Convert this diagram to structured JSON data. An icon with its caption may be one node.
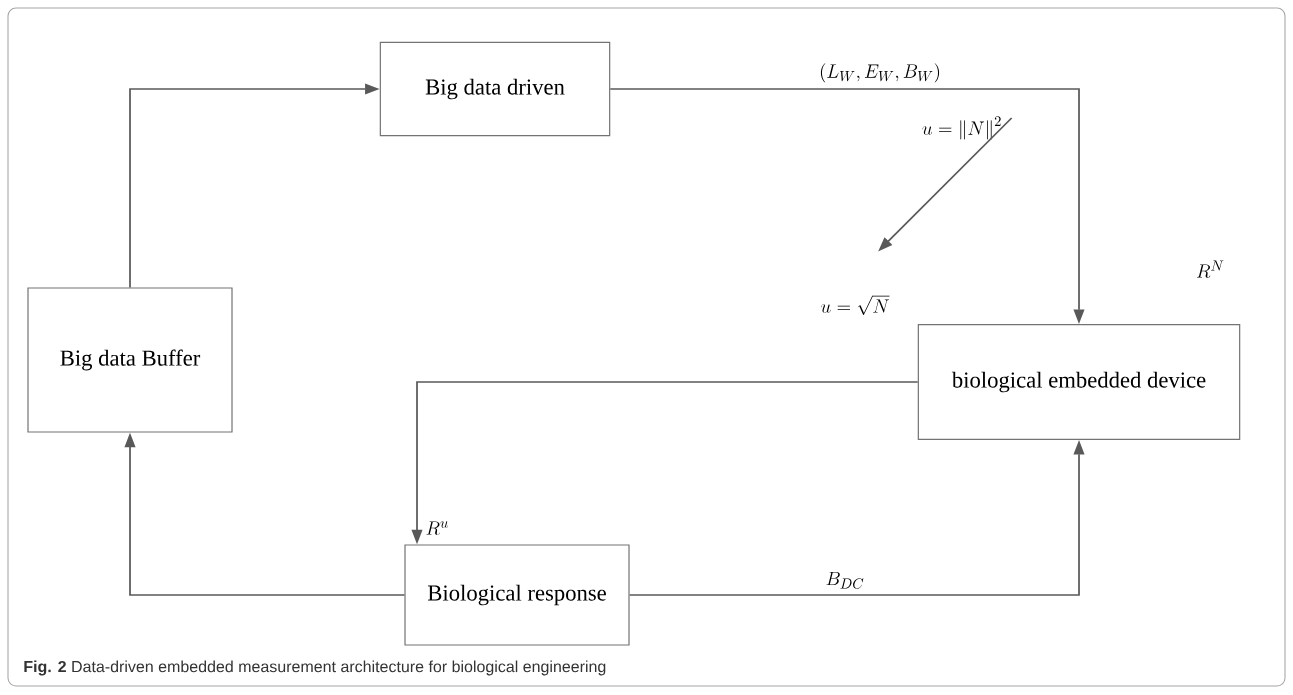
{
  "diagram": {
    "caption": "**Fig. 2** Data-driven embedded measurement architecture for biological engineering",
    "nodes": [
      {
        "text": [
          "Big data driven"
        ]
      },
      {
        "text": [
          "biological embedded device"
        ],
        "beside": [
          "R^{N}"
        ]
      },
      {
        "text": [
          "Biological response"
        ]
      },
      {
        "text": [
          "Big data Buffer"
        ]
      },
      {
        "text": [
          "u=\\left\\| N \\right\\|^{2}"
        ]
      },
      {
        "text": [
          "u=\\sqrt{N}"
        ]
      }
    ],
    "edges": [
      {
        "from": 3,
        "to": 0,
        "arrow": "to"
      },
      {
        "from": 0,
        "to": 1,
        "arrow": "to",
        "label": "\\left( L_{W}, E_{W}, B_{W} \\right)"
      },
      {
        "from": 1,
        "to": 2,
        "arrow": "to",
        "label": "R^{u}"
      },
      {
        "from": 2,
        "to": 1,
        "arrow": "to",
        "label": "B_{DC}"
      },
      {
        "from": 2,
        "to": 3,
        "arrow": "to"
      },
      {
        "from": 4,
        "to": 5,
        "arrow": "to"
      }
    ]
  }
}
